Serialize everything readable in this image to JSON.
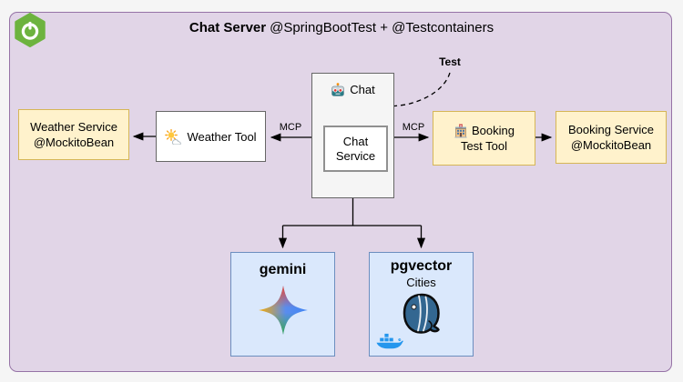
{
  "diagram": {
    "title": {
      "bold": "Chat Server",
      "rest": "@SpringBootTest + @Testcontainers"
    },
    "nodes": {
      "weather_service": {
        "line1": "Weather Service",
        "line2": "@MockitoBean"
      },
      "weather_tool": {
        "label": "Weather Tool"
      },
      "chat": {
        "label": "Chat"
      },
      "chat_service": {
        "line1": "Chat",
        "line2": "Service"
      },
      "booking_tool": {
        "line1": "Booking",
        "line2": "Test Tool"
      },
      "booking_service": {
        "line1": "Booking Service",
        "line2": "@MockitoBean"
      },
      "gemini": {
        "label": "gemini"
      },
      "pgvector": {
        "label": "pgvector",
        "sublabel": "Cities"
      }
    },
    "edges": {
      "mcp_left_label": "MCP",
      "mcp_right_label": "MCP",
      "test_label": "Test"
    },
    "icons": [
      "spring-boot-logo-icon",
      "robot-icon",
      "sun-cloud-icon",
      "hotel-icon",
      "gemini-star-icon",
      "postgresql-elephant-icon",
      "docker-whale-icon"
    ],
    "colors": {
      "canvas_bg": "#F5F5F5",
      "container_fill": "#E1D5E7",
      "container_border": "#9673A6",
      "yellow_fill": "#FFF2CC",
      "yellow_border": "#D6B656",
      "blue_fill": "#DAE8FC",
      "blue_border": "#6C8EBF",
      "node_border": "#666666",
      "edge_color": "#000000",
      "spring_green": "#6DB33F",
      "postgres_blue": "#336791",
      "docker_blue": "#2496ED"
    }
  }
}
